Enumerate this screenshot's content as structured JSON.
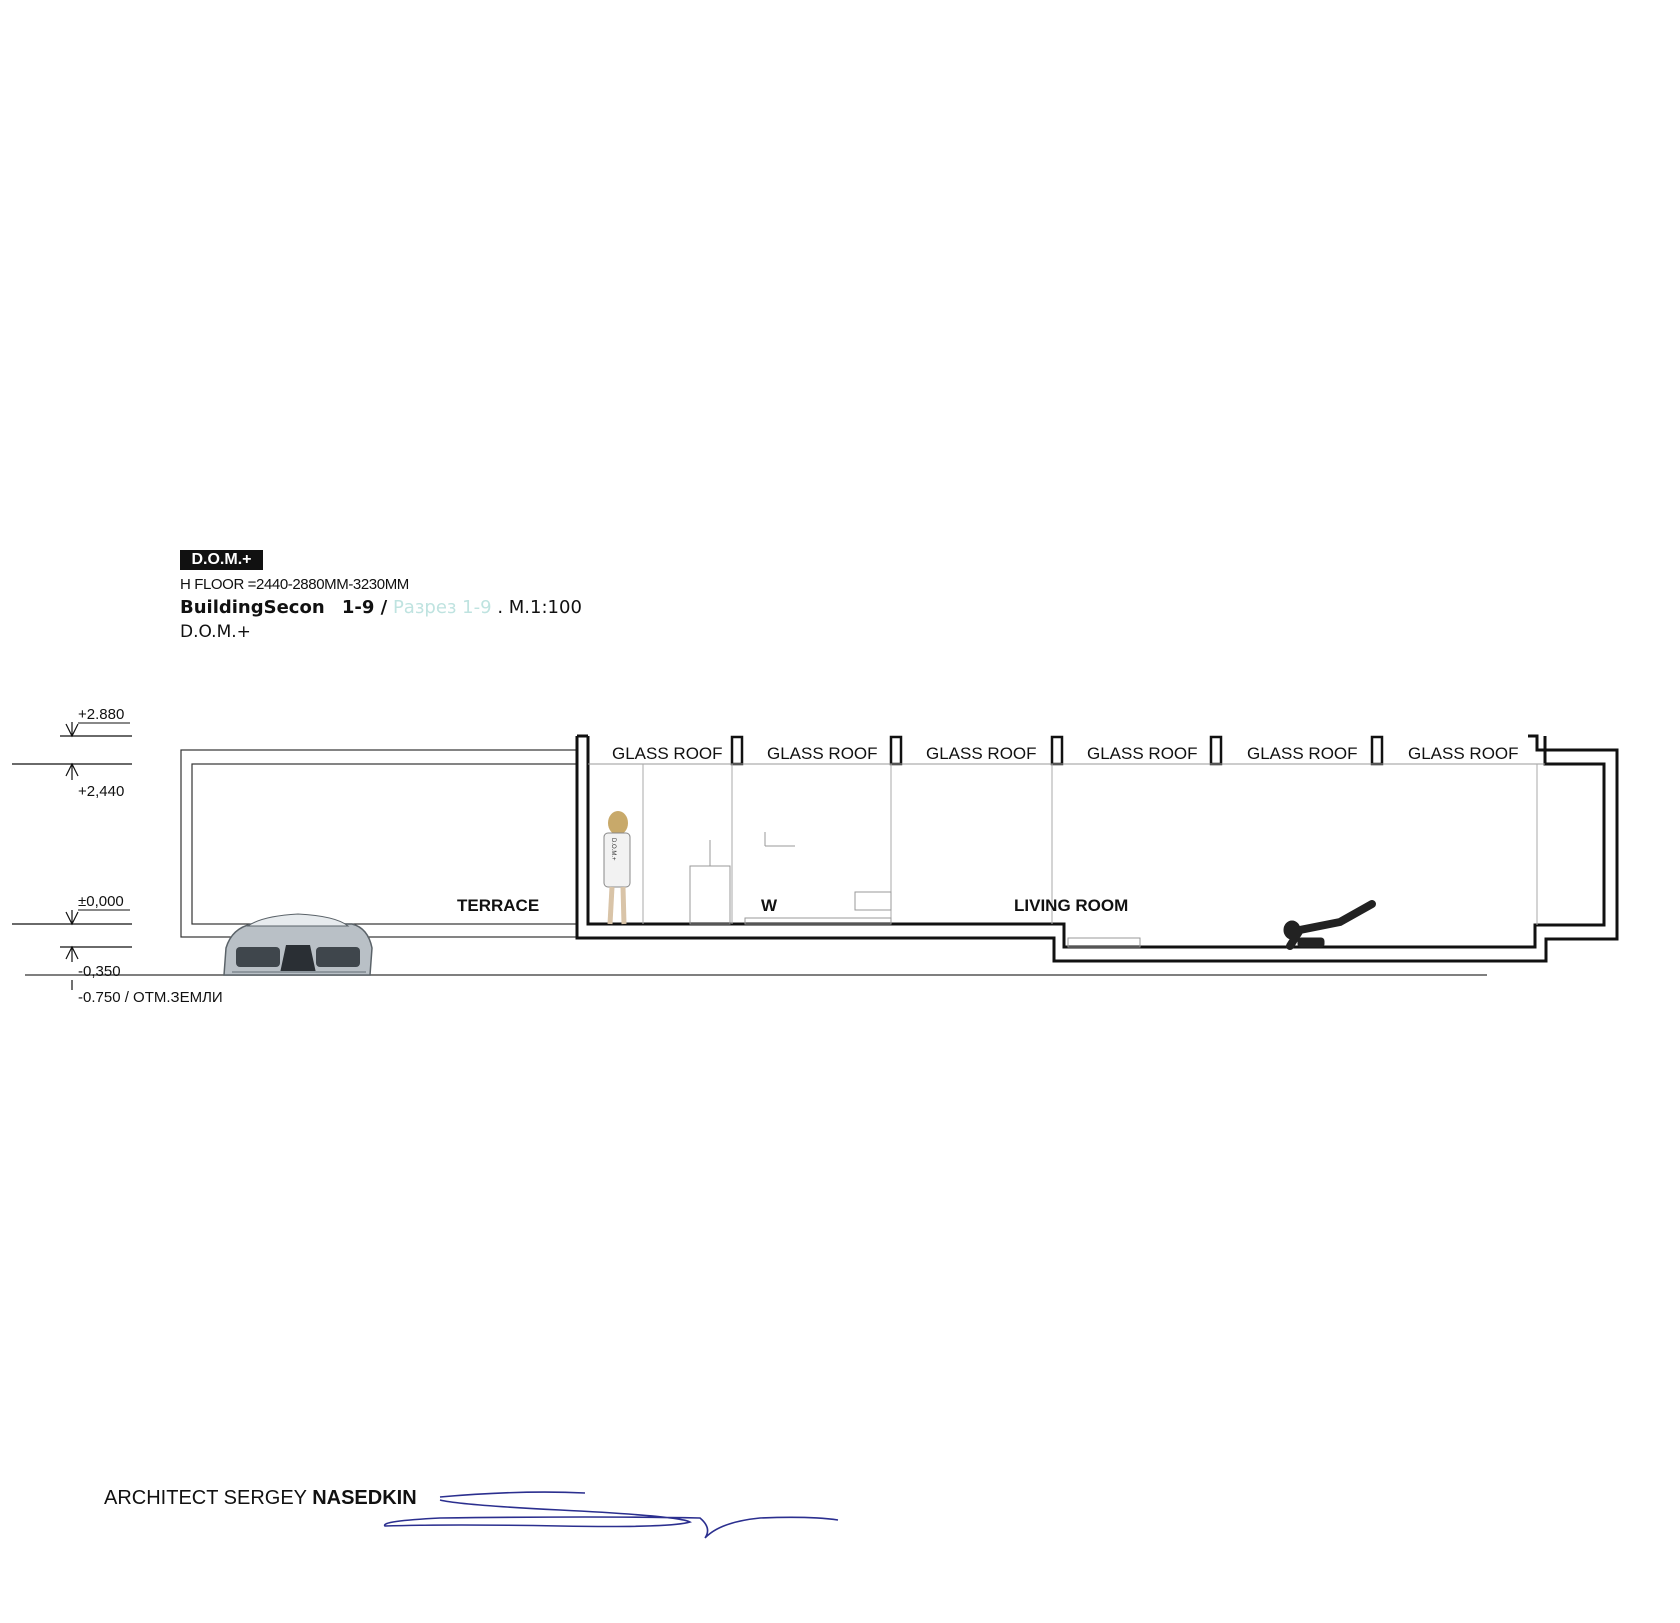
{
  "header": {
    "badge": "D.O.M.+",
    "floor_heights": "H FLOOR =2440-2880MM-3230MM",
    "title_en": "BuildingSecon",
    "title_num": "1-9 /",
    "title_ru": "Разрез 1-9",
    "scale": ". M.1:100",
    "subtitle": "D.O.M.+"
  },
  "levels": {
    "top": "+2.880",
    "ceiling": "+2,440",
    "floor": "±0,000",
    "step": "-0,350",
    "ground": "-0.750 / ОТМ.ЗЕМЛИ"
  },
  "roof_labels": [
    "GLASS ROOF",
    "GLASS ROOF",
    "GLASS ROOF",
    "GLASS ROOF",
    "GLASS ROOF",
    "GLASS ROOF"
  ],
  "rooms": {
    "terrace": "TERRACE",
    "wc": "W",
    "living": "LIVING ROOM"
  },
  "figures": {
    "standing_person_text": "D.O.M.+"
  },
  "signature": {
    "prefix": "ARCHITECT SERGEY ",
    "name": "NASEDKIN"
  },
  "colors": {
    "line": "#111111",
    "thin_line": "#555555",
    "russian_text": "#bfe3e0",
    "signature_ink": "#2b2f8f"
  }
}
